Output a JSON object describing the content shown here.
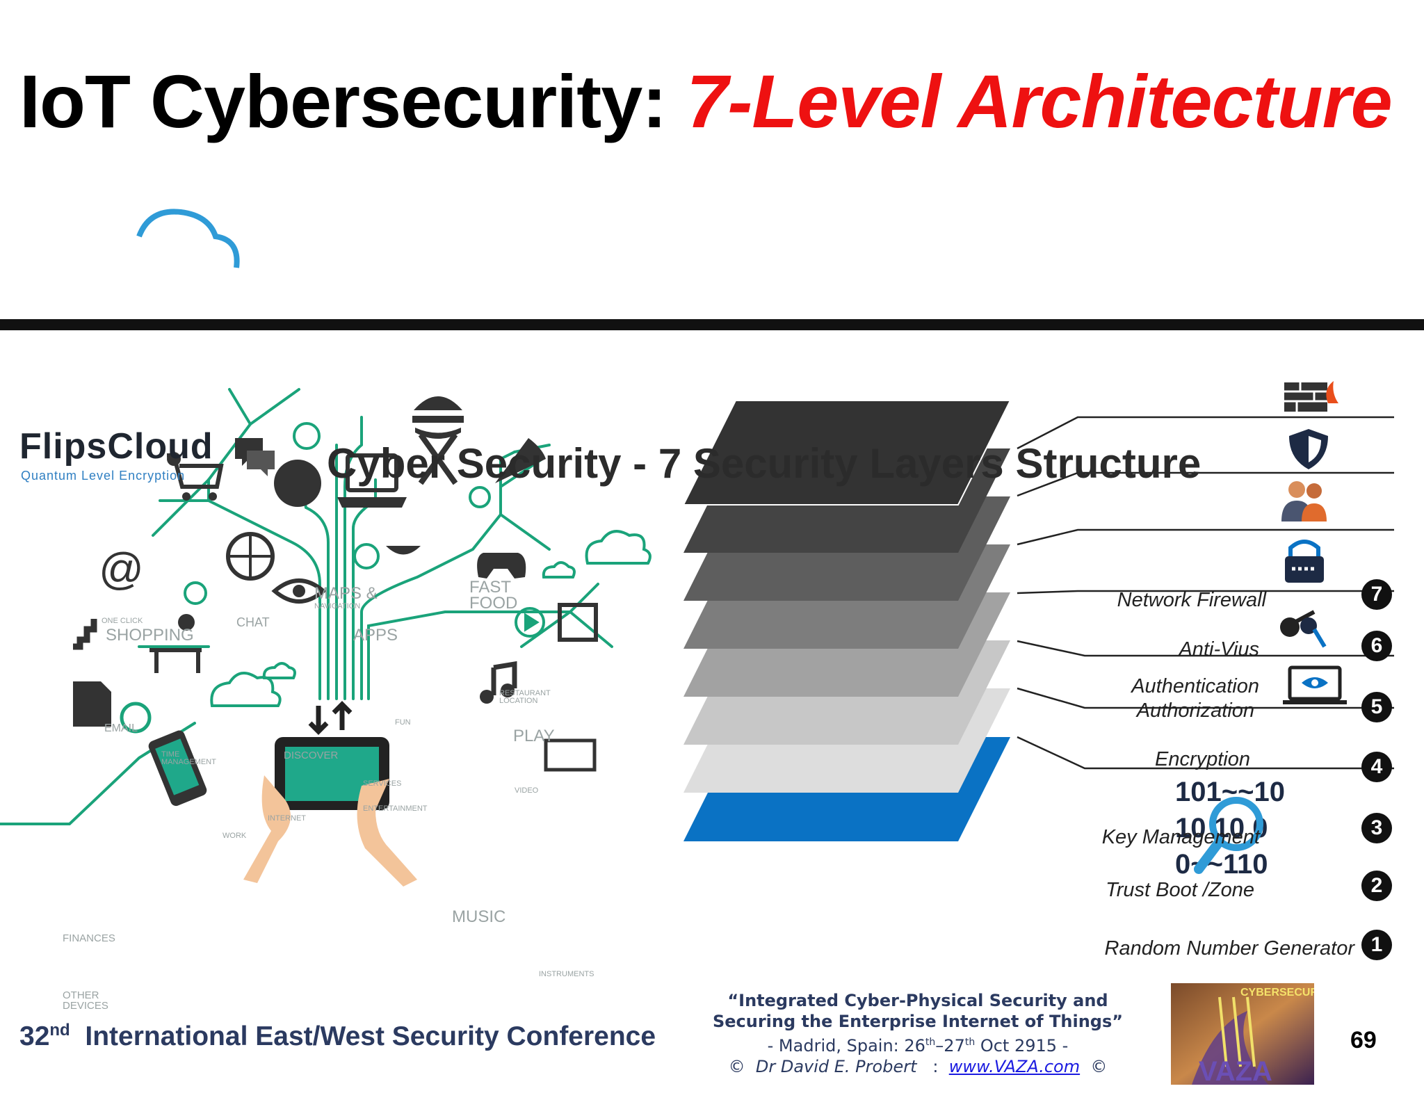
{
  "slide": {
    "title_main": "IoT Cybersecurity:",
    "title_accent": "7-Level Architecture"
  },
  "figure": {
    "logo_name": "FlipsCloud",
    "logo_tagline": "Quantum Level Encryption",
    "title": "Cyber Security - 7 Security Layers Structure",
    "icon_labels": {
      "shopping": "SHOPPING",
      "shopping_small": "ONE CLICK",
      "chat": "CHAT",
      "maps": "MAPS &",
      "maps_small": "NAVIGATION",
      "apps": "APPS",
      "fast_food": "FAST FOOD",
      "restaurant": "RESTAURANT LOCATION",
      "play": "PLAY",
      "video": "VIDEO",
      "music": "MUSIC",
      "instruments": "INSTRUMENTS",
      "email": "EMAIL",
      "time": "TIME MANAGEMENT",
      "discover": "DISCOVER",
      "fun": "FUN",
      "services": "SERVICES",
      "entertainment": "ENTERTAINMENT",
      "internet": "INTERNET",
      "work": "WORK",
      "finances": "FINANCES",
      "other_devices": "OTHER DEVICES"
    },
    "binary_lines": [
      "101~~10",
      "10 10 0",
      "0~~110"
    ],
    "layers": [
      {
        "number": "7",
        "label": "Network Firewall",
        "icon": "firewall-icon",
        "color": "#333333"
      },
      {
        "number": "6",
        "label": "Anti-Vius",
        "icon": "shield-icon",
        "color": "#444444"
      },
      {
        "number": "5",
        "label": "Authentication",
        "label2": "Authorization",
        "icon": "users-icon",
        "color": "#5e5e5e"
      },
      {
        "number": "4",
        "label": "Encryption",
        "icon": "lock-icon",
        "color": "#7d7d7d"
      },
      {
        "number": "3",
        "label": "Key Management",
        "icon": "keys-icon",
        "color": "#a2a2a2"
      },
      {
        "number": "2",
        "label": "Trust Boot /Zone",
        "icon": "laptop-eye-icon",
        "color": "#c7c7c7"
      },
      {
        "number": "1",
        "label": "Random Number Generator",
        "icon": "binary-search-icon",
        "color": "#dddddd"
      }
    ],
    "base_layer_color": "#0a72c4",
    "accent_green": "#1aa37a"
  },
  "footer": {
    "conference_num": "32",
    "conference_sup": "nd",
    "conference_name": "International East/West Security Conference",
    "cite_line1": "“Integrated Cyber-Physical Security and",
    "cite_line2": "Securing the Enterprise Internet of Things”",
    "cite_line3_a": "- Madrid, Spain: 26",
    "cite_line3_sup1": "th",
    "cite_line3_b": "–27",
    "cite_line3_sup2": "th",
    "cite_line3_c": " Oct 2915 -",
    "copyright_left": "©",
    "author": "Dr David E. Probert",
    "separator": ":",
    "website": "www.VAZA.com",
    "copyright_right": "©",
    "vaza_logo_top": "CYBERSECURITY",
    "vaza_logo_bottom": "VAZA",
    "page_number": "69"
  }
}
